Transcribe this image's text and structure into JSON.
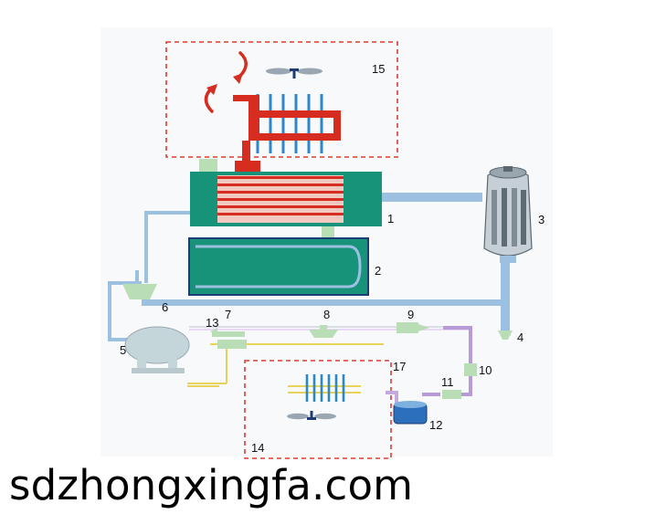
{
  "colors": {
    "pipe_blue": "#9cc1e0",
    "tank_green": "#17937a",
    "tank_light_green": "#b9ddb5",
    "hot_red": "#d62d20",
    "cold_blue": "#2c86c8",
    "boundary_red": "#e03a2e",
    "lilac_pipe": "#b89ad8",
    "yellow_line": "#e8d25a",
    "vessel_grey": "#7f8c95"
  },
  "icons": {
    "fan_top": "fan-icon",
    "fan_bottom": "fan-icon",
    "hot_air_arrows": "curved-arrow-icon"
  },
  "labels": {
    "l1": "1",
    "l2": "2",
    "l3": "3",
    "l4": "4",
    "l5": "5",
    "l6": "6",
    "l7": "7",
    "l8": "8",
    "l9": "9",
    "l10": "10",
    "l11": "11",
    "l12": "12",
    "l13": "13",
    "l14": "14",
    "l15": "15",
    "l17": "17"
  },
  "watermark": "sdzhongxingfa.com"
}
